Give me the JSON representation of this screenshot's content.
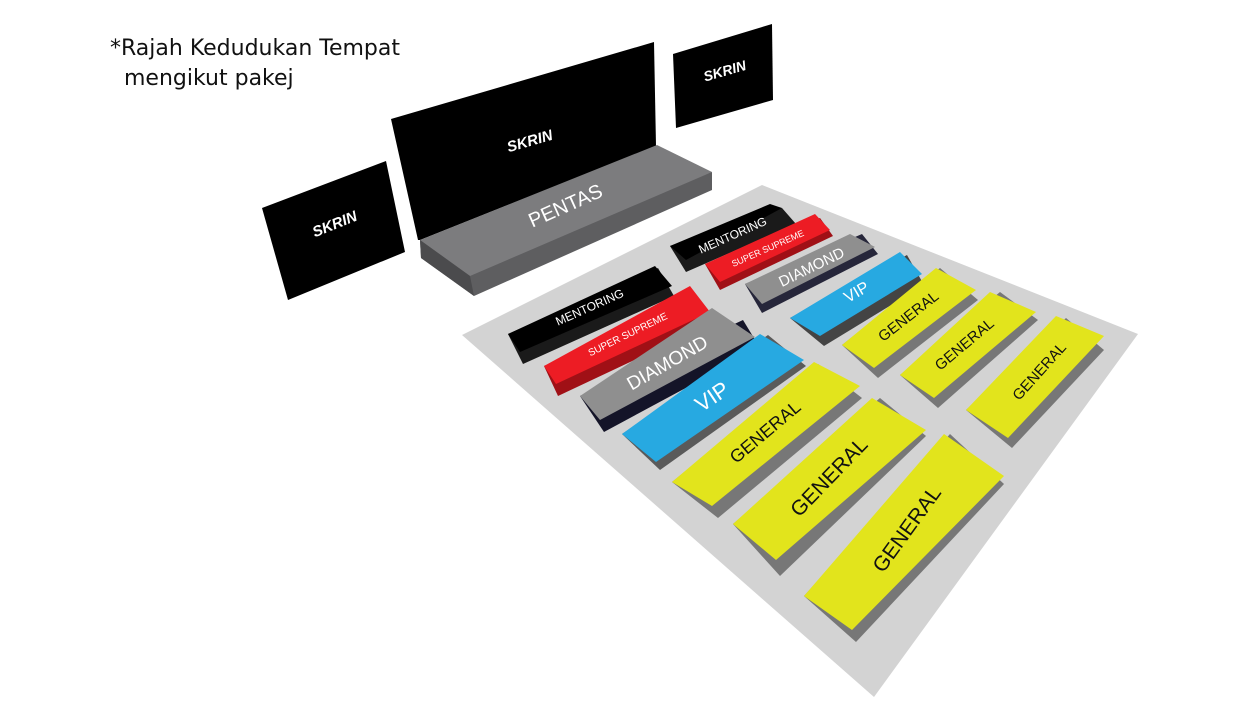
{
  "note": {
    "line1": "*Rajah Kedudukan Tempat",
    "line2": "  mengikut pakej"
  },
  "screens": {
    "left": "SKRIN",
    "center": "SKRIN",
    "right": "SKRIN"
  },
  "stage": {
    "label": "PENTAS"
  },
  "left_block": {
    "mentoring": "MENTORING",
    "super_supreme": "SUPER SUPREME",
    "diamond": "DIAMOND",
    "vip": "VIP",
    "general_1": "GENERAL",
    "general_2": "GENERAL",
    "general_3": "GENERAL"
  },
  "right_block": {
    "mentoring": "MENTORING",
    "super_supreme": "SUPER SUPREME",
    "diamond": "DIAMOND",
    "vip": "VIP",
    "general_1": "GENERAL",
    "general_2": "GENERAL",
    "general_3": "GENERAL"
  },
  "colors": {
    "floor": "#d3d3d3",
    "screen": "#000000",
    "stage_top": "#7c7c7e",
    "stage_side": "#5e5e60",
    "mentoring": "#000000",
    "super_supreme": "#ed1c24",
    "diamond": "#8f8f8f",
    "vip": "#27a9e1",
    "general": "#e2e41c"
  }
}
